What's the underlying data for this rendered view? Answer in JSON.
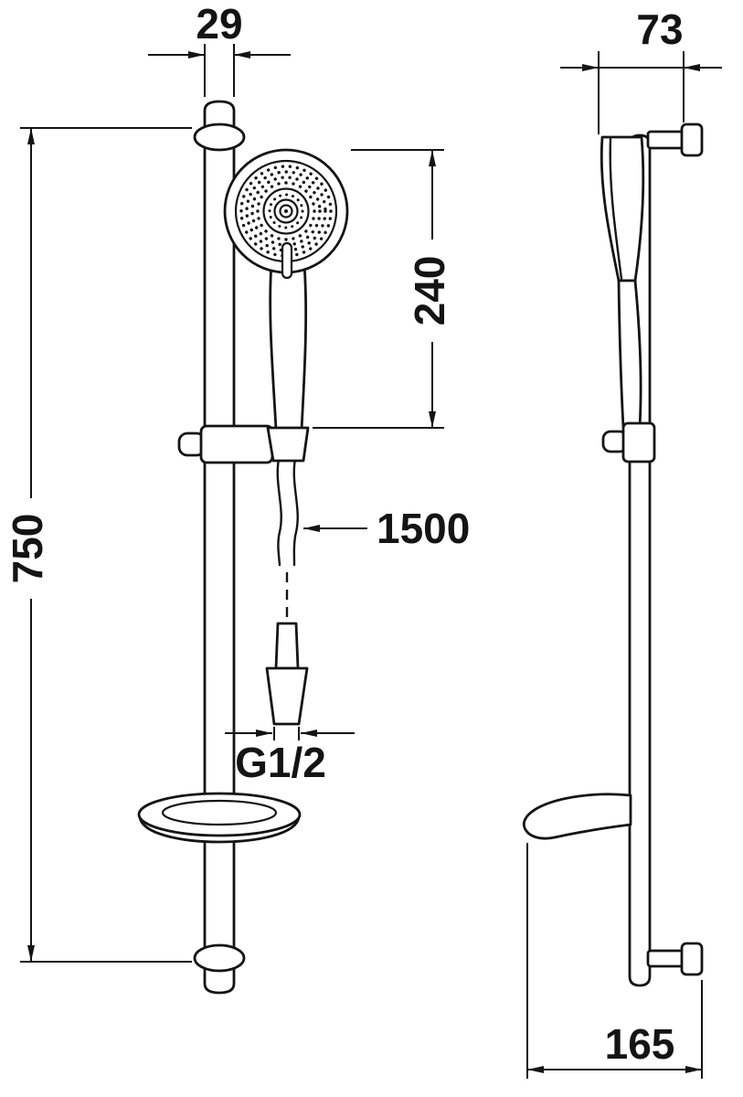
{
  "page": {
    "background": "#ffffff",
    "line_color": "#141414"
  },
  "front_view": {
    "dim_rail_width": "29",
    "dim_head_assembly_length": "240",
    "dim_bar_height": "750",
    "dim_hose_length": "1500",
    "dim_thread": "G1/2"
  },
  "side_view": {
    "dim_top_depth": "73",
    "dim_bottom_depth": "165"
  }
}
